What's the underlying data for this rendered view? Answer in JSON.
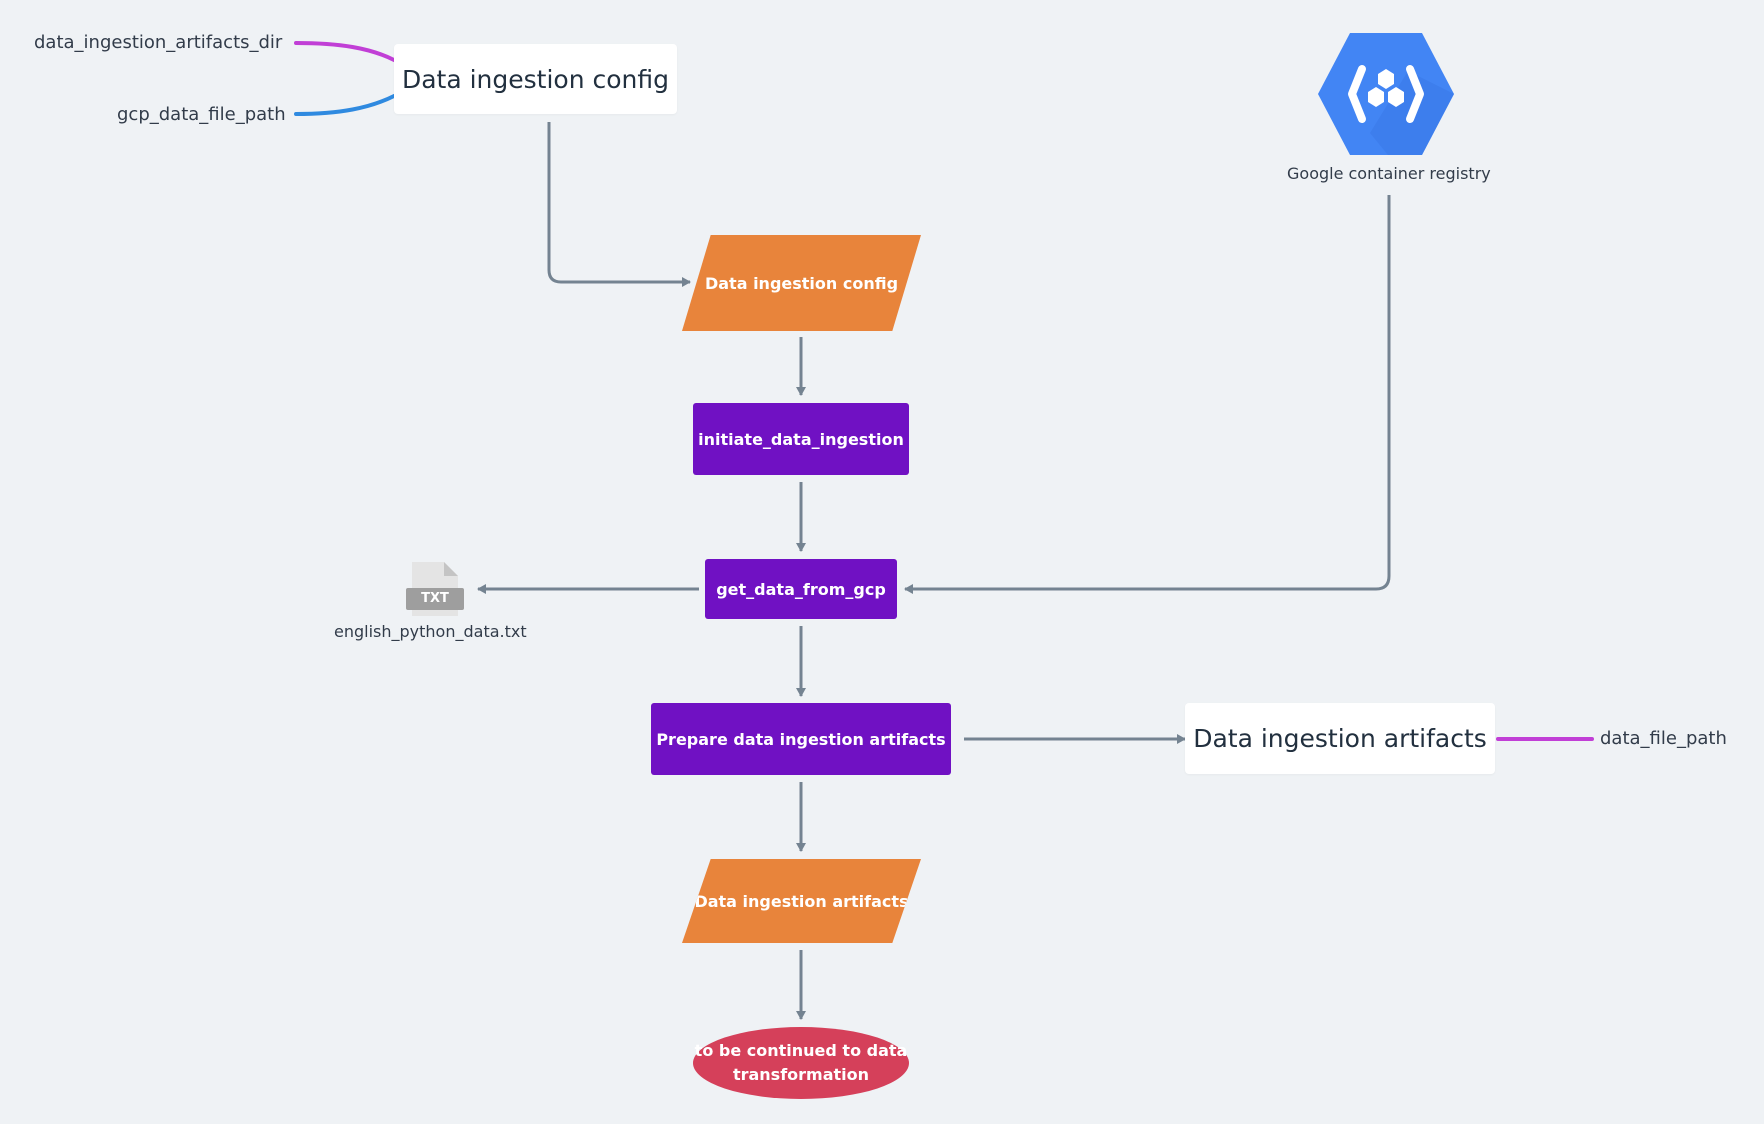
{
  "config_inputs": {
    "artifacts_dir_label": "data_ingestion_artifacts_dir",
    "gcp_path_label": "gcp_data_file_path"
  },
  "nodes": {
    "config_box": "Data ingestion config",
    "config_io": "Data ingestion config",
    "initiate": "initiate_data_ingestion",
    "get_data": "get_data_from_gcp",
    "prepare": "Prepare data ingestion artifacts",
    "artifacts_box": "Data ingestion artifacts",
    "artifacts_io": "Data ingestion artifacts",
    "continue_line1": "to be continued to data",
    "continue_line2": "transformation"
  },
  "artifact_outputs": {
    "data_file_path_label": "data_file_path"
  },
  "registry": {
    "icon": "google-container-registry-icon",
    "label": "Google container registry"
  },
  "txt_file": {
    "icon": "txt-file-icon",
    "badge": "TXT",
    "label": "english_python_data.txt"
  },
  "colors": {
    "background": "#eff2f5",
    "connector": "#748391",
    "io_orange": "#e8843b",
    "process_purple": "#7011c3",
    "terminal_red": "#d5405a",
    "magenta_link": "#c13fd6",
    "blue_link": "#2f8ae0",
    "registry_blue": "#4285f4"
  }
}
